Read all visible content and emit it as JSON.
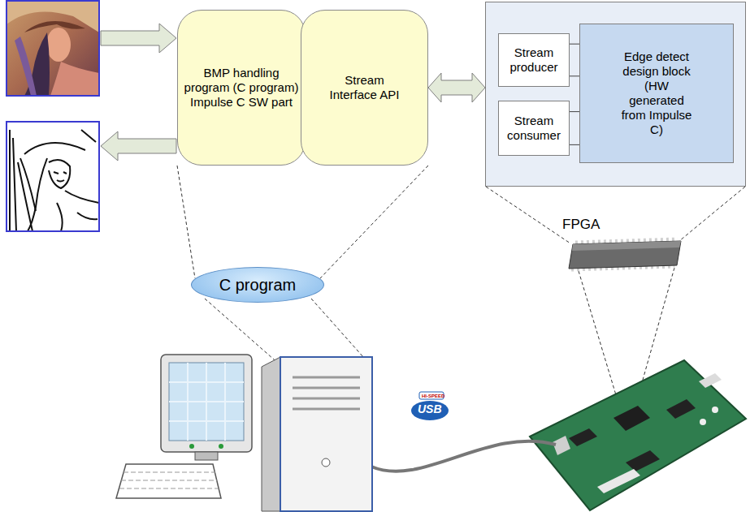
{
  "diagram": {
    "nodes": [
      {
        "text": [
          "BMP handling program (C program) Impulse C SW part"
        ]
      },
      {
        "text": [
          "Stream Interface API"
        ]
      },
      {
        "text": []
      },
      {
        "text": [
          "Stream producer"
        ],
        "in": 2
      },
      {
        "text": [
          "Stream consumer"
        ],
        "in": 2
      },
      {
        "text": [
          "Edge detect design block (HW generated from Impulse C)"
        ],
        "in": 2
      },
      {
        "text": [
          "C program"
        ]
      }
    ],
    "edges": [
      {
        "from": 1,
        "to": 2,
        "arrow": "both"
      },
      {
        "from": 3,
        "to": 5,
        "arrow": "none"
      },
      {
        "from": 3,
        "to": 5,
        "arrow": "none"
      },
      {
        "from": 4,
        "to": 5,
        "arrow": "none"
      },
      {
        "from": 4,
        "to": 5,
        "arrow": "none"
      }
    ],
    "labels": [
      "FPGA",
      "HI-SPEED",
      "USB"
    ]
  }
}
